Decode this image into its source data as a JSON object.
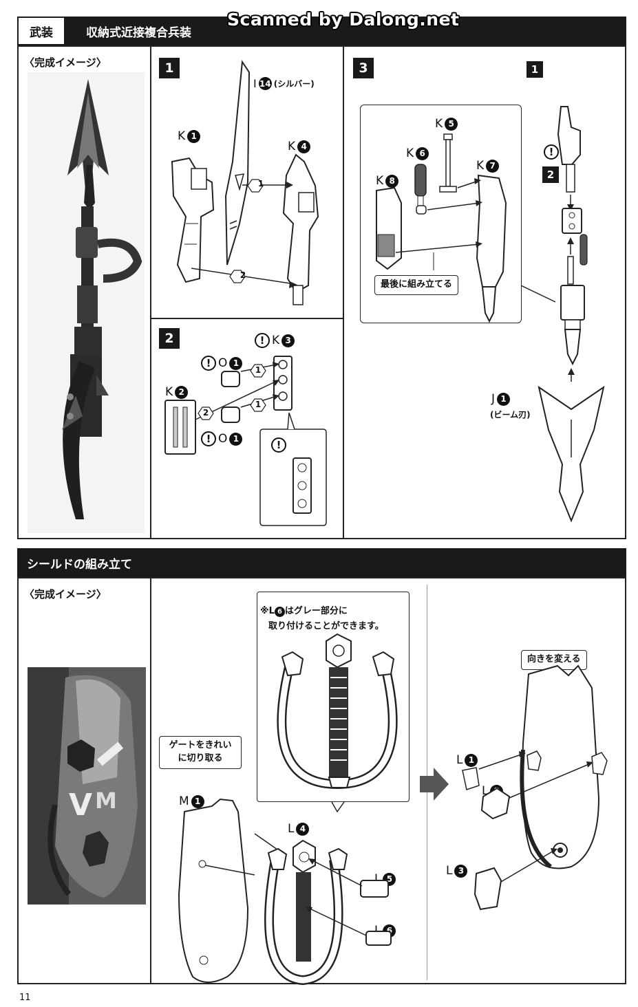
{
  "watermark": "Scanned by Dalong.net",
  "section1": {
    "tag": "武装",
    "title": "収納式近接複合兵装",
    "image_label": "〈完成イメージ〉",
    "step1": {
      "number": "1",
      "parts": {
        "i14": "I",
        "i14_num": "14",
        "i14_note": "(シルバー)",
        "k1": "K",
        "k1_num": "1",
        "k4": "K",
        "k4_num": "4"
      },
      "seq": [
        "1",
        "2"
      ]
    },
    "step2": {
      "number": "2",
      "parts": {
        "k3": "K",
        "k3_num": "3",
        "k2": "K",
        "k2_num": "2",
        "o1a": "O",
        "o1a_num": "1",
        "o1b": "O",
        "o1b_num": "1"
      },
      "seq": [
        "1",
        "2",
        "1"
      ],
      "warn": "!"
    },
    "step3": {
      "number": "3",
      "parts": {
        "k5": "K",
        "k5_num": "5",
        "k6": "K",
        "k6_num": "6",
        "k7": "K",
        "k7_num": "7",
        "k8": "K",
        "k8_num": "8",
        "j1": "J",
        "j1_num": "1",
        "j1_note": "(ビーム刃)"
      },
      "callout": "最後に組み立てる",
      "ref1": "1",
      "ref2": "2"
    }
  },
  "section2": {
    "title": "シールドの組み立て",
    "image_label": "〈完成イメージ〉",
    "note_line1": "※L",
    "note_num": "6",
    "note_line1b": "はグレー部分に",
    "note_line2": "取り付けることができます。",
    "gate_line1": "ゲートをきれい",
    "gate_line2": "に切り取る",
    "turn": "向きを変える",
    "parts": {
      "m1": "M",
      "m1_num": "1",
      "l4": "L",
      "l4_num": "4",
      "l5": "L",
      "l5_num": "5",
      "l6": "L",
      "l6_num": "6",
      "l1": "L",
      "l1_num": "1",
      "l2": "L",
      "l2_num": "2",
      "l3": "L",
      "l3_num": "3"
    }
  },
  "page_number": "11"
}
